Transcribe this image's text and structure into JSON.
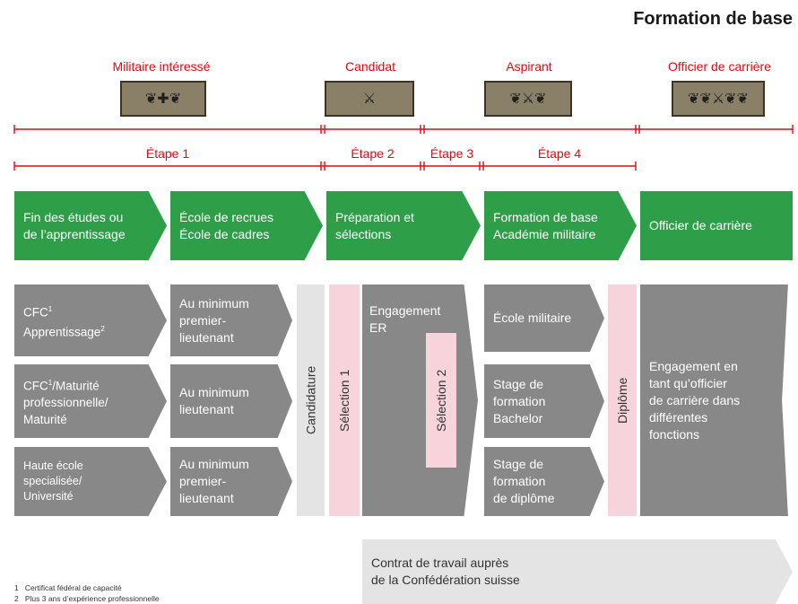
{
  "title": "Formation de base",
  "ranks": [
    "Militaire intéressé",
    "Candidat",
    "Aspirant",
    "Officier de carrière"
  ],
  "stages": [
    "Étape 1",
    "Étape 2",
    "Étape 3",
    "Étape 4"
  ],
  "phases": [
    "Fin des études ou\nde l’apprentissage",
    "École de recrues\nÉcole de cadres",
    "Préparation et\nsélections",
    "Formation de base\nAcadémie militaire",
    "Officier de carrière"
  ],
  "paths": {
    "col1": [
      {
        "main": "CFC",
        "sup": "1",
        "rest": "\nApprentissage",
        "sup2": "2"
      },
      {
        "main": "CFC",
        "sup": "1",
        "rest": "/Maturité\nprofessionnelle/\nMaturité",
        "sup2": ""
      },
      {
        "main": "Haute école\nspecialisée/\nUniversité",
        "sup": "",
        "rest": "",
        "sup2": ""
      }
    ],
    "col2": [
      "Au minimum\npremier-\nlieutenant",
      "Au minimum\nlieutenant",
      "Au minimum\npremier-\nlieutenant"
    ],
    "candidature": "Candidature",
    "selection1": "Sélection 1",
    "engagement_er": "Engagement\nER",
    "selection2": "Sélection 2",
    "col4": [
      "École militaire",
      "Stage de\nformation\nBachelor",
      "Stage de\nformation\nde diplôme"
    ],
    "diplome": "Diplôme",
    "final": "Engagement en\ntant qu’officier\nde carrière dans\ndifférentes\nfonctions"
  },
  "contract": "Contrat de travail auprès\nde la Confédération suisse",
  "footnotes": [
    {
      "num": "1",
      "text": "Certificat fédéral de capacité"
    },
    {
      "num": "2",
      "text": "Plus 3 ans d’expérience professionnelle"
    }
  ],
  "colors": {
    "green": "#2e9e48",
    "grey": "#888888",
    "red": "#e30613",
    "pink": "#f7d4dc",
    "lightgrey": "#e4e4e4"
  }
}
